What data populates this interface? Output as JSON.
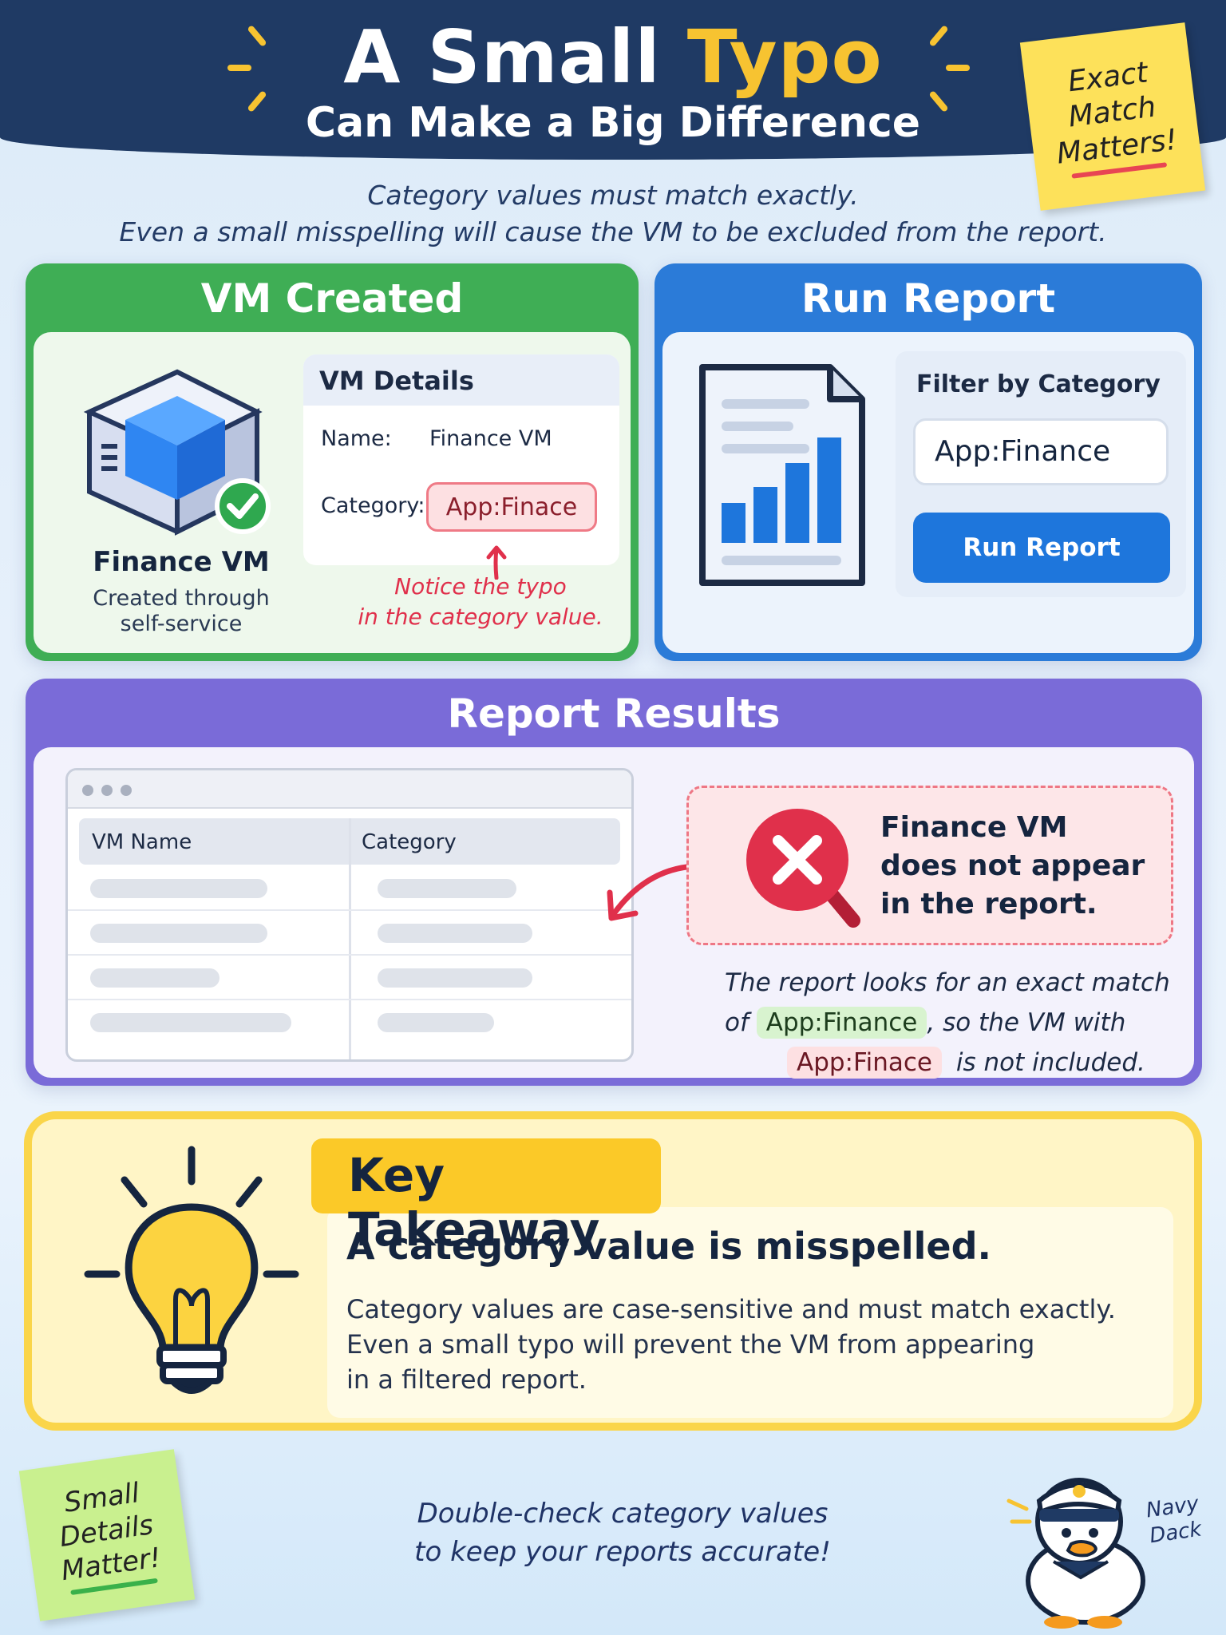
{
  "header": {
    "title_part1": "A Small",
    "title_part2": "Typo",
    "subtitle_line": "Can Make a Big Difference",
    "sticky_note": "Exact Match Matters!"
  },
  "intro": {
    "line1": "Category values must match exactly.",
    "line2": "Even a small misspelling will cause the VM to be excluded from the report."
  },
  "vm_created": {
    "title": "VM Created",
    "vm_label": "Finance VM",
    "vm_sub1": "Created through",
    "vm_sub2": "self-service",
    "details_title": "VM Details",
    "name_label": "Name:",
    "name_value": "Finance VM",
    "category_label": "Category:",
    "category_value": "App:Finace",
    "notice1": "Notice the typo",
    "notice2": "in the category value."
  },
  "run_report": {
    "title": "Run Report",
    "filter_label": "Filter by Category",
    "filter_value": "App:Finance",
    "button_label": "Run Report"
  },
  "results": {
    "title": "Report Results",
    "col1": "VM Name",
    "col2": "Category",
    "alert1": "Finance VM",
    "alert2": "does not appear",
    "alert3": "in the report.",
    "explain_a": "The report looks for an exact match",
    "explain_b": "of",
    "explain_match": "App:Finance",
    "explain_c": ", so the VM with",
    "explain_typo": "App:Finace",
    "explain_d": "is not included."
  },
  "takeaway": {
    "tag": "Key Takeaway",
    "heading": "A category value is misspelled.",
    "body1": "Category values are case-sensitive and must match exactly.",
    "body2": "Even a small typo will prevent the VM from appearing",
    "body3": "in a filtered report."
  },
  "footer": {
    "sticky_note": "Small Details Matter!",
    "message1": "Double-check category values",
    "message2": "to keep your reports accurate!",
    "mascot_line1": "Navy",
    "mascot_line2": "Dack"
  },
  "colors": {
    "navy": "#1f3a64",
    "accent_yellow": "#f7c331",
    "green": "#3fae55",
    "blue": "#2b7bd8",
    "purple": "#7a6bd8",
    "error_red": "#e0304b"
  },
  "icons": [
    "sparkle-icon",
    "server-cube-icon",
    "check-circle-icon",
    "report-document-icon",
    "close-search-icon",
    "arrow-icon",
    "lightbulb-icon",
    "duck-mascot-icon"
  ]
}
